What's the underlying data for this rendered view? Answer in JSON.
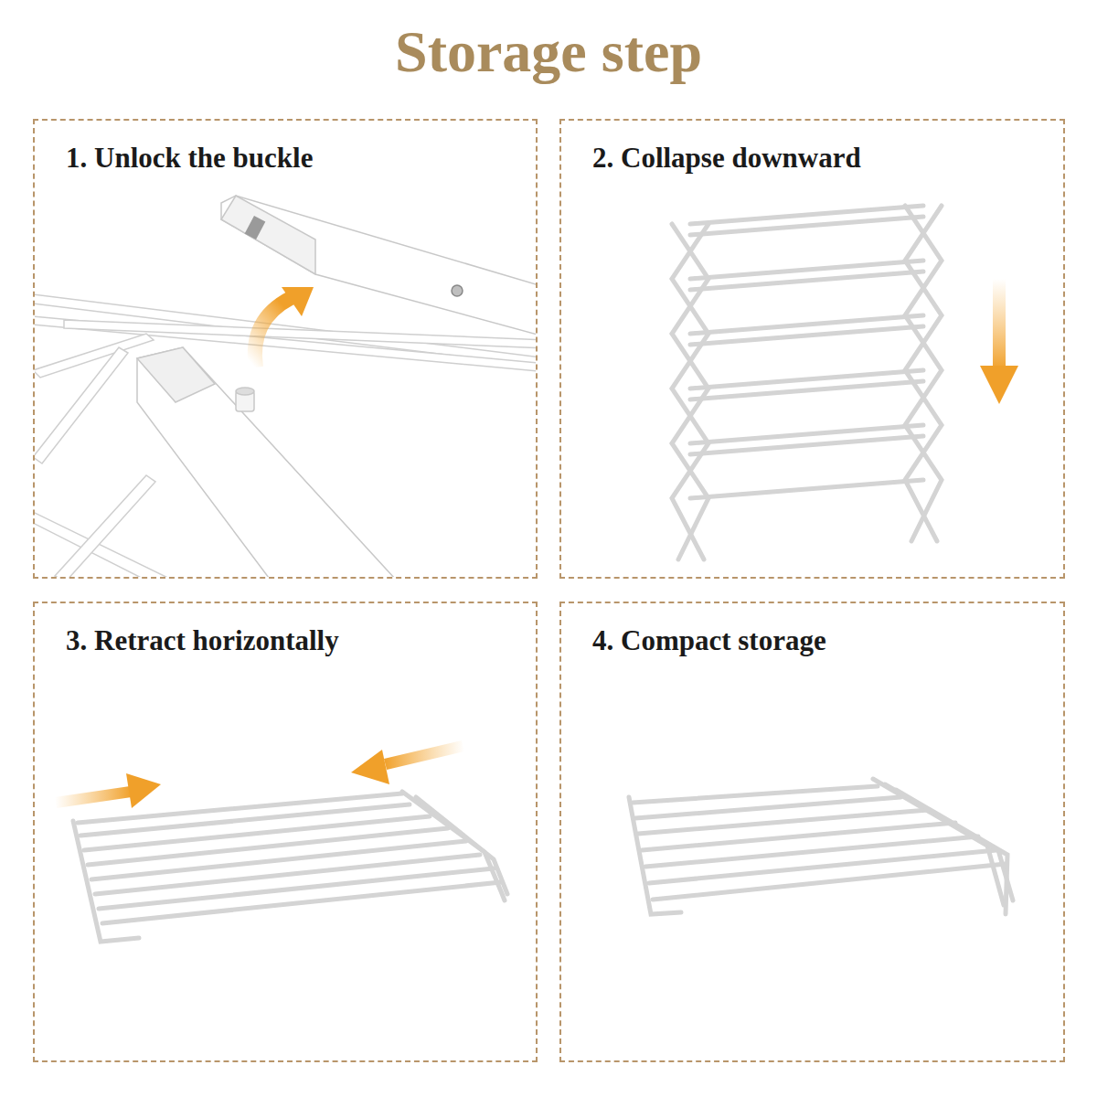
{
  "diagram": {
    "title": "Storage step",
    "nodes": [
      {
        "text": [
          "1. Unlock the buckle"
        ]
      },
      {
        "text": [
          "2. Collapse downward"
        ]
      },
      {
        "text": [
          "3. Retract horizontally"
        ]
      },
      {
        "text": [
          "4. Compact storage"
        ]
      }
    ]
  }
}
